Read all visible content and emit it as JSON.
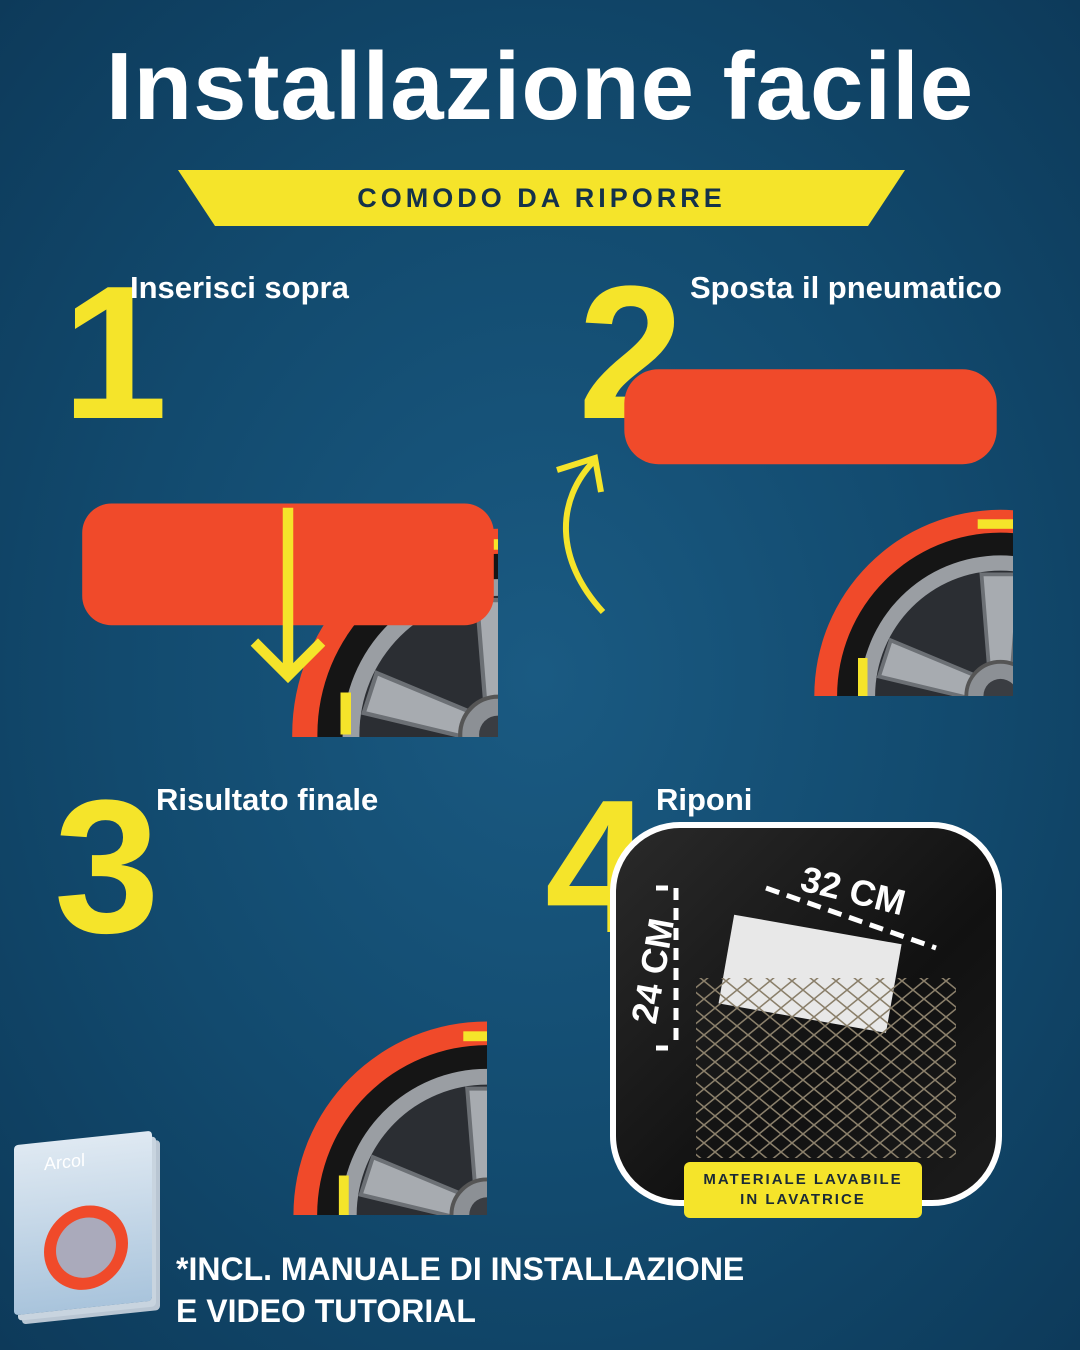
{
  "title": "Installazione facile",
  "banner": "COMODO DA RIPORRE",
  "steps": [
    {
      "number": "1",
      "label": "Inserisci sopra"
    },
    {
      "number": "2",
      "label": "Sposta il pneumatico"
    },
    {
      "number": "3",
      "label": "Risultato finale"
    },
    {
      "number": "4",
      "label": "Riponi"
    }
  ],
  "dimensions": {
    "width": "32 CM",
    "height": "24 CM"
  },
  "wash_badge": {
    "line1": "MATERIALE LAVABILE",
    "line2": "IN LAVATRICE"
  },
  "footer": {
    "line1": "*INCL. MANUALE DI INSTALLAZIONE",
    "line2": "E VIDEO TUTORIAL"
  },
  "brand": "Arcol",
  "colors": {
    "background": "#124a6e",
    "accent_yellow": "#f5e42a",
    "sock_red": "#f04a2a"
  }
}
